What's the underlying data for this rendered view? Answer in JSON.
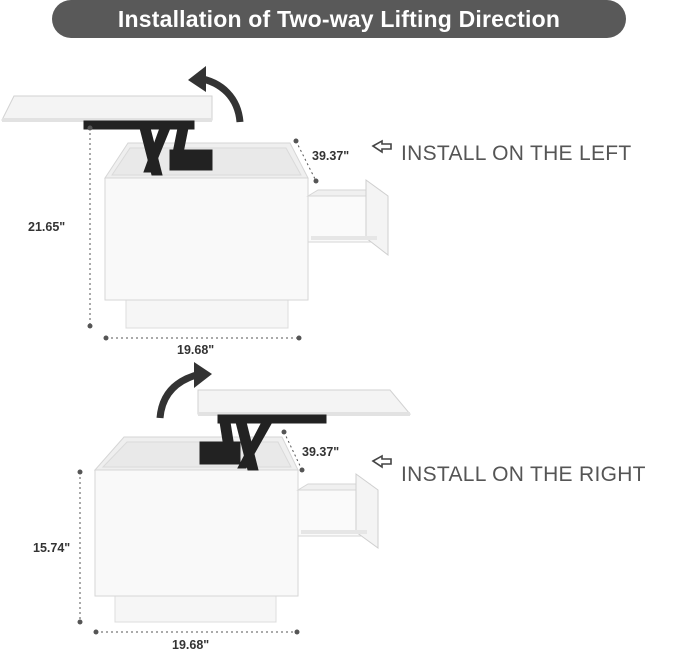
{
  "title": "Installation of Two-way Lifting Direction",
  "colors": {
    "title_bg": "#595959",
    "title_text": "#ffffff",
    "furniture": "#f8f8f8",
    "furniture_edge": "#d8d8d8",
    "mechanism": "#222222",
    "arrow": "#333333",
    "dimension": "#555555"
  },
  "top_diagram": {
    "install_label": "INSTALL ON THE LEFT",
    "width_label": "19.68\"",
    "height_label": "21.65\"",
    "depth_label": "39.37\""
  },
  "bottom_diagram": {
    "install_label": "INSTALL ON THE RIGHT",
    "width_label": "19.68\"",
    "height_label": "15.74\"",
    "depth_label": "39.37\""
  },
  "icons": [
    "curved-lift-arrow-icon",
    "pointing-arrow-icon"
  ]
}
